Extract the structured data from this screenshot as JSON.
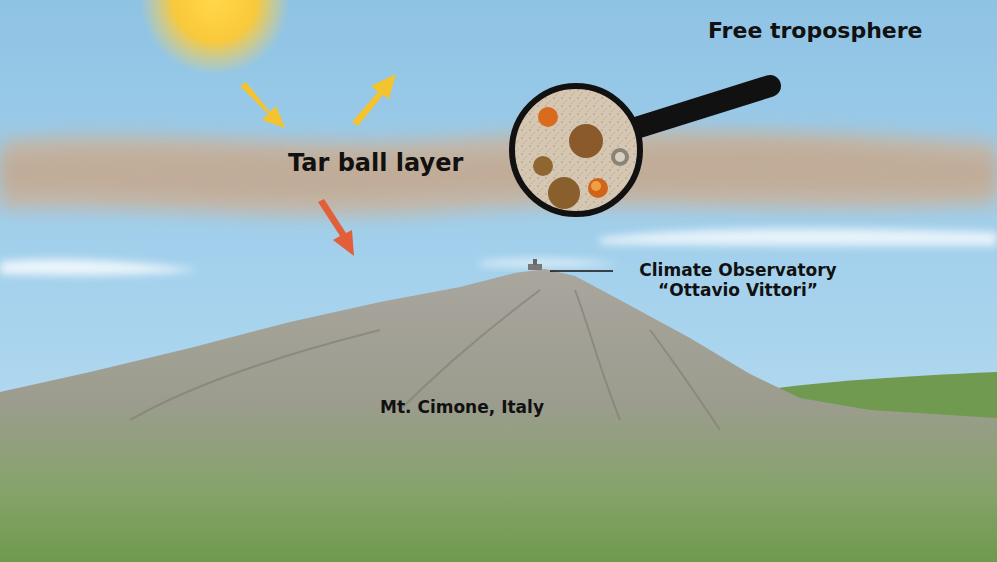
{
  "diagram": {
    "labels": [
      "Free troposphere",
      "Tar ball layer",
      "Climate Observatory “Ottavio Vittori”",
      "Mt. Cimone, Italy"
    ]
  }
}
